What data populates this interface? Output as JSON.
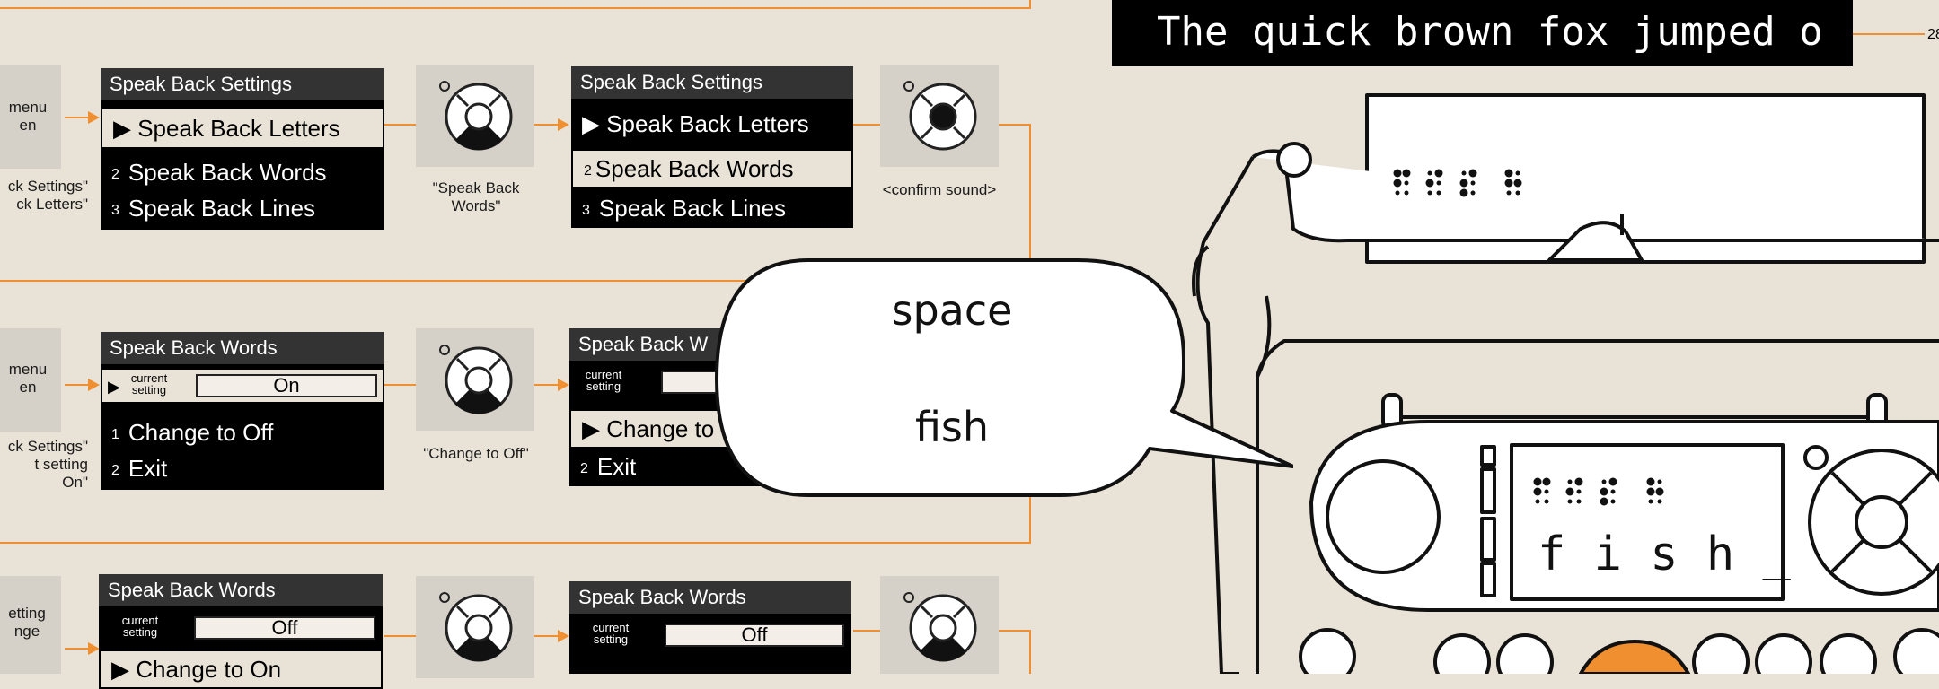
{
  "colors": {
    "background": "#e9e2d6",
    "accent": "#ef8f2f",
    "panel": "#000000",
    "key_box": "#d6d1c8"
  },
  "banner": {
    "text": "The quick brown fox jumped o",
    "page_number": "28"
  },
  "row1": {
    "left_label_top": "menu\nen",
    "left_label_bottom": "ck Settings\"\nck Letters\"",
    "menu_a": {
      "title": "Speak Back Settings",
      "items": [
        {
          "num": "",
          "label": "Speak Back Letters"
        },
        {
          "num": "2",
          "label": "Speak Back Words"
        },
        {
          "num": "3",
          "label": "Speak Back Lines"
        }
      ]
    },
    "key_a_caption": "\"Speak Back\nWords\"",
    "menu_b": {
      "title": "Speak Back Settings",
      "items": [
        {
          "num": "",
          "label": "Speak Back Letters"
        },
        {
          "num": "2",
          "label": "Speak Back Words"
        },
        {
          "num": "3",
          "label": "Speak Back Lines"
        }
      ]
    },
    "key_b_caption": "<confirm sound>"
  },
  "row2": {
    "left_label_top": "menu\nen",
    "left_label_bottom": "ck Settings\"\nt setting\nOn\"",
    "menu_a": {
      "title": "Speak Back Words",
      "current_label": "current\nsetting",
      "current_value": "On",
      "items": [
        {
          "num": "1",
          "label": "Change to Off"
        },
        {
          "num": "2",
          "label": "Exit"
        }
      ]
    },
    "key_a_caption": "\"Change to Off\"",
    "menu_b": {
      "title": "Speak Back W",
      "current_label": "current\nsetting",
      "items": [
        {
          "num": "",
          "label": "Change to"
        },
        {
          "num": "2",
          "label": "Exit"
        }
      ]
    }
  },
  "row3": {
    "left_label_top": "etting\nnge",
    "menu_a": {
      "title": "Speak Back Words",
      "current_label": "current\nsetting",
      "current_value": "Off",
      "next_item": "Change to On"
    },
    "menu_b": {
      "title": "Speak Back Words",
      "current_label": "current\nsetting",
      "current_value": "Off"
    }
  },
  "speech_bubble": {
    "line1": "space",
    "line2": "fish"
  },
  "device": {
    "screen_text": "f i s h _"
  },
  "icons": [
    "scroll-wheel-icon",
    "select-wheel-icon",
    "braille-typewriter-illustration",
    "braille-dots-icon",
    "speech-bubble"
  ]
}
